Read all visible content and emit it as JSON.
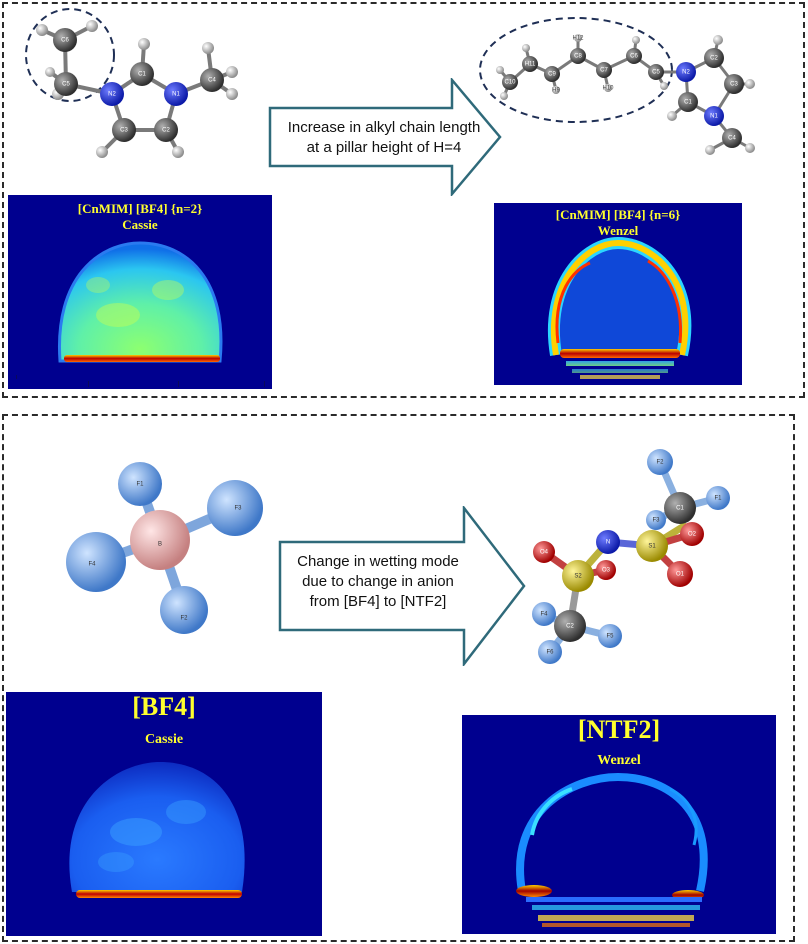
{
  "top_panel": {
    "arrow_text_line1": "Increase in alkyl chain length",
    "arrow_text_line2": "at a pillar height of H=4",
    "left_molecule_labels": {
      "c6": "C6",
      "c5": "C5",
      "n2": "N2",
      "c1": "C1",
      "n1": "N1",
      "c3": "C3",
      "c2": "C2",
      "c4": "C4"
    },
    "right_molecule_labels": {
      "c10": "C10",
      "c9": "C9",
      "c8": "C8",
      "c7": "C7",
      "c6": "C6",
      "c5": "C5",
      "h11": "H11",
      "h12": "H12",
      "h10": "H10",
      "h9": "H9",
      "n2": "N2",
      "c2": "C2",
      "c1": "C1",
      "c3": "C3",
      "n1": "N1",
      "c4": "C4"
    },
    "left_map": {
      "title": "[CnMIM] [BF4] {n=2}",
      "mode": "Cassie"
    },
    "right_map": {
      "title": "[CnMIM] [BF4] {n=6}",
      "mode": "Wenzel"
    }
  },
  "bottom_panel": {
    "arrow_text_line1": "Change in wetting mode",
    "arrow_text_line2": "due to change in anion",
    "arrow_text_line3": "from [BF4] to [NTF2]",
    "bf4_labels": {
      "f1": "F1",
      "f2": "F2",
      "f3": "F3",
      "f4": "F4",
      "b": "B"
    },
    "ntf2_labels": {
      "f1": "F1",
      "f2": "F2",
      "f3": "F3",
      "f4": "F4",
      "f5": "F5",
      "f6": "F6",
      "c1": "C1",
      "c2": "C2",
      "s1": "S1",
      "s2": "S2",
      "n": "N",
      "o1": "O1",
      "o2": "O2",
      "o3": "O3",
      "o4": "O4"
    },
    "left_map": {
      "title": "[BF4]",
      "mode": "Cassie"
    },
    "right_map": {
      "title": "[NTF2]",
      "mode": "Wenzel"
    }
  },
  "colors": {
    "map_background": "#00008f",
    "label_yellow": "#ffff2e",
    "arrow_stroke": "#2f6a7a",
    "carbon": "#5a5a5a",
    "hydrogen": "#e6e6e6",
    "nitrogen": "#1a2ee6",
    "boron": "#e8b0b0",
    "fluorine": "#6a9ee0",
    "sulfur": "#d4c21a",
    "oxygen": "#e01818"
  }
}
